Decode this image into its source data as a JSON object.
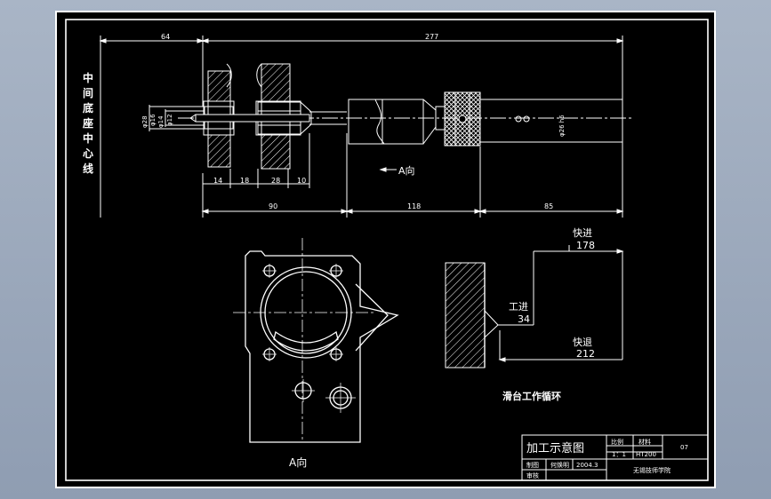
{
  "drawing": {
    "side_label_chars": [
      "中",
      "间",
      "底",
      "座",
      "中",
      "心",
      "线"
    ],
    "dims_top": {
      "d64": "64",
      "d277": "277"
    },
    "dims_segments": [
      "14",
      "18",
      "28",
      "10"
    ],
    "dims_bottom": {
      "d90": "90",
      "d118": "118",
      "d85": "85"
    },
    "diameters": {
      "phi28": "φ28",
      "phi16": "φ16",
      "phi14": "φ14",
      "phi12": "φ12",
      "right": "φ26 h6"
    },
    "view_arrow_label": "A向",
    "view_label": "A向"
  },
  "cycle": {
    "fast_forward_label": "快进",
    "fast_forward_value": "178",
    "work_feed_label": "工进",
    "work_feed_value": "34",
    "fast_return_label": "快退",
    "fast_return_value": "212",
    "caption": "滑台工作循环"
  },
  "title_block": {
    "title": "加工示意图",
    "scale_header": "比例",
    "scale_value": "1：1",
    "material_header": "材料",
    "material_value": "HT200",
    "sheet_no": "07",
    "drawn_label": "制图",
    "drawn_name": "何焕明",
    "drawn_date": "2004.3",
    "checked_label": "审核",
    "school": "无锡技师学院"
  },
  "colors": {
    "background": "#000000",
    "line": "#ffffff",
    "frame_bg": "#a9b5c6"
  }
}
